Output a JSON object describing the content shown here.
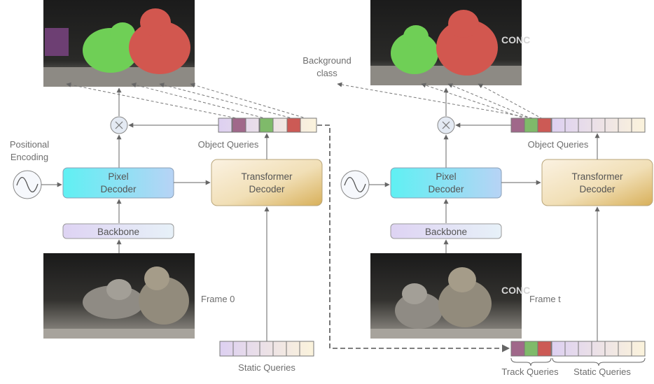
{
  "left_panel": {
    "positional_encoding_line1": "Positional",
    "positional_encoding_line2": "Encoding",
    "pixel_decoder_line1": "Pixel",
    "pixel_decoder_line2": "Decoder",
    "transformer_decoder_line1": "Transformer",
    "transformer_decoder_line2": "Decoder",
    "backbone": "Backbone",
    "object_queries": "Object Queries",
    "static_queries": "Static Queries",
    "frame_label": "Frame 0"
  },
  "right_panel": {
    "background_class_line1": "Background",
    "background_class_line2": "class",
    "pixel_decoder_line1": "Pixel",
    "pixel_decoder_line2": "Decoder",
    "transformer_decoder_line1": "Transformer",
    "transformer_decoder_line2": "Decoder",
    "backbone": "Backbone",
    "object_queries": "Object Queries",
    "track_queries": "Track Queries",
    "static_queries": "Static Queries",
    "frame_label": "Frame t",
    "car_text": "CONC"
  },
  "colors": {
    "query_purple": "#a0688a",
    "query_green": "#7fba6a",
    "query_red": "#cc5a55",
    "mask_green": "#6fcf56",
    "mask_red": "#d2574f",
    "pixel_decoder": "#5fe6ee",
    "transformer_decoder": "#f3e4c4",
    "backbone": "#e3daf3"
  }
}
